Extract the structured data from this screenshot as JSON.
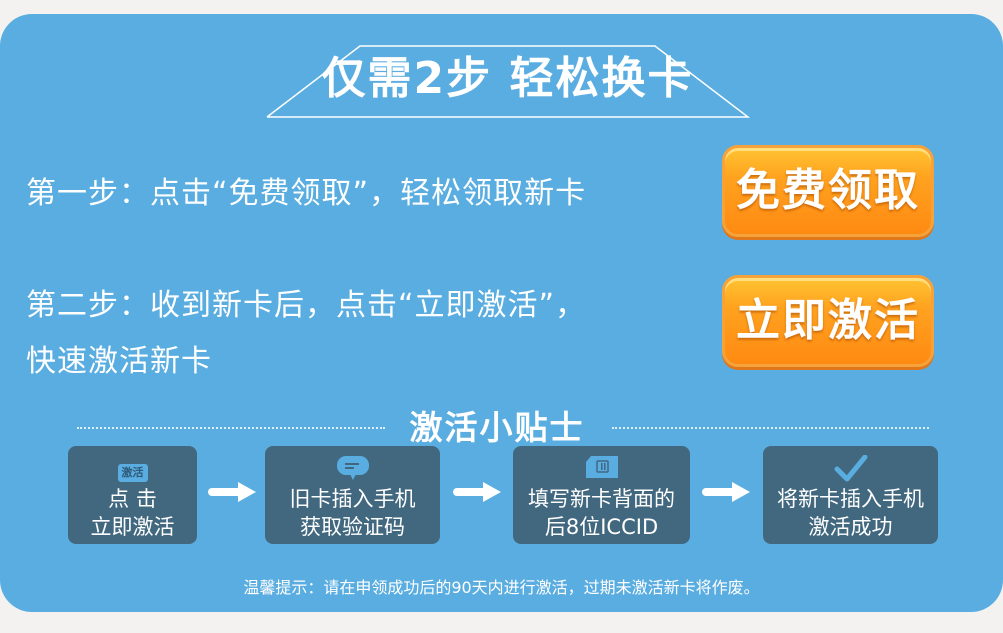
{
  "header": {
    "title": "仅需2步 轻松换卡"
  },
  "steps": [
    {
      "text": "第一步：点击“免费领取”，轻松领取新卡",
      "button_label": "免费领取"
    },
    {
      "text_line1": "第二步：收到新卡后，点击“立即激活”，",
      "text_line2": "快速激活新卡",
      "button_label": "立即激活"
    }
  ],
  "tips": {
    "title": "激活小贴士",
    "cards": [
      {
        "icon": "activate-tag-icon",
        "icon_label": "激活",
        "line1": "点 击",
        "line2": "立即激活"
      },
      {
        "icon": "message-bubble-icon",
        "line1": "旧卡插入手机",
        "line2": "获取验证码"
      },
      {
        "icon": "sim-card-icon",
        "line1": "填写新卡背面的",
        "line2": "后8位ICCID"
      },
      {
        "icon": "checkmark-icon",
        "line1": "将新卡插入手机",
        "line2": "激活成功"
      }
    ]
  },
  "footnote": "温馨提示：请在申领成功后的90天内进行激活，过期未激活新卡将作废。",
  "colors": {
    "panel_bg": "#5aade0",
    "card_bg": "#426880",
    "button_orange": "#ff9a1a",
    "page_bg": "#f3f2f0"
  }
}
